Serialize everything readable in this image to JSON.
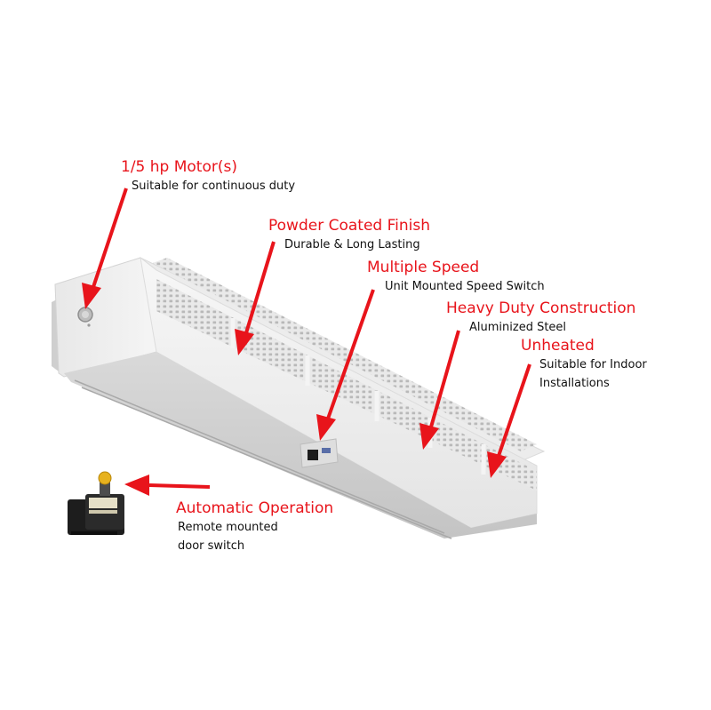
{
  "callouts": {
    "motor": {
      "title": "1/5 hp Motor(s)",
      "lines": [
        "Suitable for continuous duty"
      ]
    },
    "finish": {
      "title": "Powder Coated Finish",
      "lines": [
        "Durable & Long Lasting"
      ]
    },
    "speed": {
      "title": "Multiple  Speed",
      "lines": [
        "Unit Mounted Speed Switch"
      ]
    },
    "construction": {
      "title": "Heavy Duty Construction",
      "lines": [
        "Aluminized Steel"
      ]
    },
    "unheated": {
      "title": "Unheated",
      "lines": [
        "Suitable for Indoor",
        "Installations"
      ]
    },
    "automatic": {
      "title": "Automatic Operation",
      "lines": [
        "Remote mounted",
        "door switch"
      ]
    }
  },
  "colors": {
    "accent": "#e8141b",
    "text": "#111111",
    "unit_body": "#f2f2f2",
    "switch_body": "#222222"
  },
  "images": {
    "product": "air-curtain-unit",
    "accessory": "door-limit-switch"
  }
}
